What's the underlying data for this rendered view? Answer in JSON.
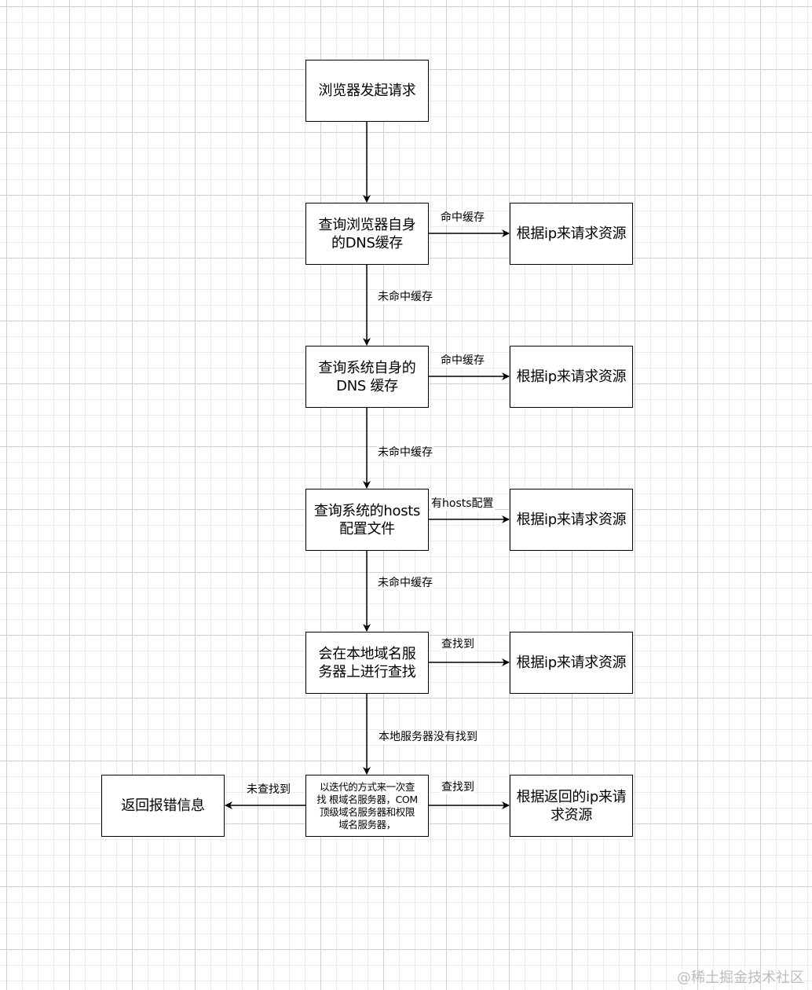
{
  "nodes": {
    "browser_request": "浏览器发起请求",
    "browser_dns_cache": "查询浏览器自身\n的DNS缓存",
    "system_dns_cache": "查询系统自身的\nDNS 缓存",
    "hosts_file": "查询系统的hosts\n配置文件",
    "local_dns_server": "会在本地域名服\n务器上进行查找",
    "iterative_query": "以迭代的方式来一次查\n找 根域名服务器，COM\n顶级域名服务器和权限\n域名服务器，",
    "error_info": "返回报错信息",
    "resource_1": "根据ip来请求资源",
    "resource_2": "根据ip来请求资源",
    "resource_3": "根据ip来请求资源",
    "resource_4": "根据ip来请求资源",
    "resource_5": "根据返回的ip来请\n求资源"
  },
  "edge_labels": {
    "hit_cache_1": "命中缓存",
    "miss_cache_1": "未命中缓存",
    "hit_cache_2": "命中缓存",
    "miss_cache_2": "未命中缓存",
    "has_hosts": "有hosts配置",
    "miss_cache_3": "未命中缓存",
    "found_1": "查找到",
    "local_not_found": "本地服务器没有找到",
    "found_2": "查找到",
    "not_found": "未查找到"
  },
  "watermark": "@稀土掘金技术社区",
  "colors": {
    "stroke": "#000000",
    "grid_major": "#cfcfcf",
    "grid_minor": "#ececec",
    "watermark": "#bdbdbd"
  }
}
